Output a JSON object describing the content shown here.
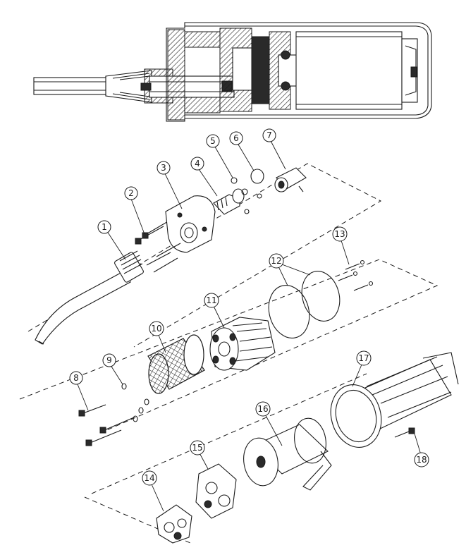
{
  "callouts": [
    {
      "id": "1",
      "label": "1"
    },
    {
      "id": "2",
      "label": "2"
    },
    {
      "id": "3",
      "label": "3"
    },
    {
      "id": "4",
      "label": "4"
    },
    {
      "id": "5",
      "label": "5"
    },
    {
      "id": "6",
      "label": "6"
    },
    {
      "id": "7",
      "label": "7"
    },
    {
      "id": "8",
      "label": "8"
    },
    {
      "id": "9",
      "label": "9"
    },
    {
      "id": "10",
      "label": "10"
    },
    {
      "id": "11",
      "label": "11"
    },
    {
      "id": "12",
      "label": "12"
    },
    {
      "id": "13",
      "label": "13"
    },
    {
      "id": "14",
      "label": "14"
    },
    {
      "id": "15",
      "label": "15"
    },
    {
      "id": "16",
      "label": "16"
    },
    {
      "id": "17",
      "label": "17"
    },
    {
      "id": "18",
      "label": "18"
    }
  ],
  "colors": {
    "ink": "#1a1a1a",
    "paper": "#ffffff"
  }
}
